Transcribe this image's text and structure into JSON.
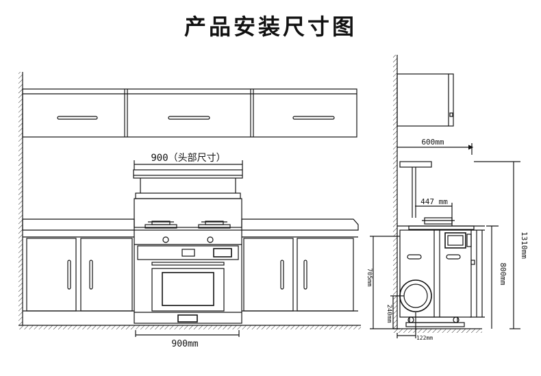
{
  "title": "产品安装尺寸图",
  "front_view": {
    "head_width_label": "900（头部尺寸）",
    "base_width_label": "900mm"
  },
  "side_view": {
    "depth_label": "600mm",
    "inner_depth_label": "447 mm",
    "total_height_label": "1310mm",
    "counter_height_label": "800mm",
    "body_height_label": "705mm",
    "pipe_height_label": "240mm",
    "pipe_offset_label": "122mm"
  }
}
